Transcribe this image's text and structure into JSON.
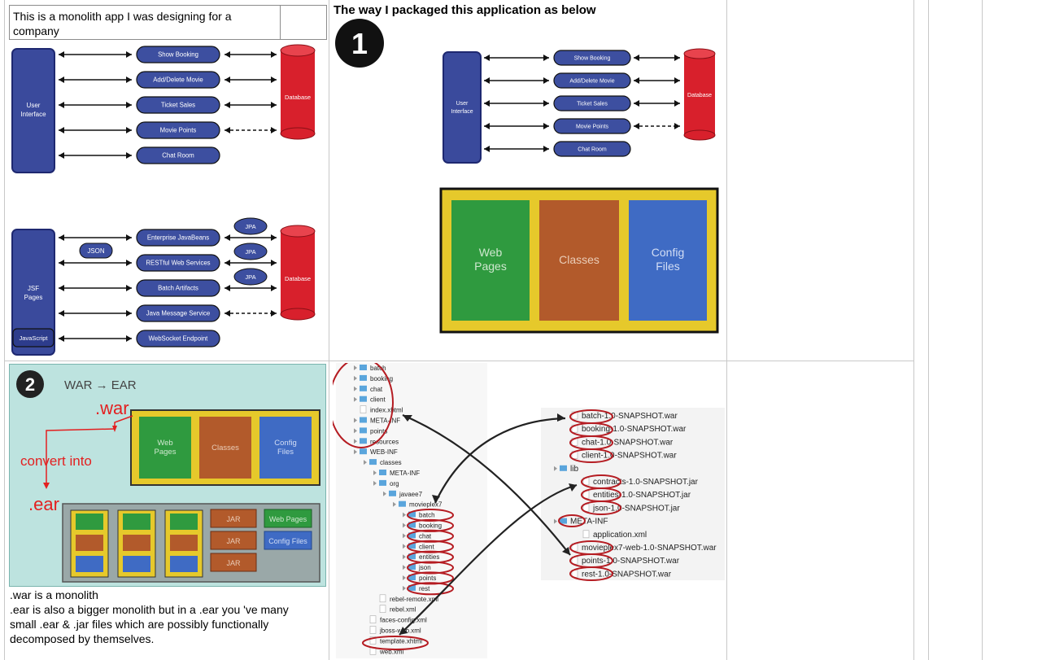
{
  "notes": {
    "intro": "This is a monolith app I was designing for a company",
    "packaging_heading": "The way I packaged this application as below",
    "war_ear_lines": [
      ".war is a monolith",
      ".ear is also a bigger monolith but in a .ear you 've many",
      "small .ear & .jar files which are possibly functionally",
      "decomposed by themselves."
    ]
  },
  "diagram_monolith": {
    "user_interface": "User Interface",
    "database": "Database",
    "services": [
      "Show Booking",
      "Add/Delete Movie",
      "Ticket Sales",
      "Movie Points",
      "Chat Room"
    ]
  },
  "diagram_javaee": {
    "jsf_pages": "JSF Pages",
    "javascript": "JavaScript",
    "database": "Database",
    "json": "JSON",
    "jpa": [
      "JPA",
      "JPA",
      "JPA"
    ],
    "components": [
      "Enterprise JavaBeans",
      "RESTful Web Services",
      "Batch Artifacts",
      "Java Message Service",
      "WebSocket Endpoint"
    ]
  },
  "diagram_war": {
    "step": "1",
    "user_interface": "User Interface",
    "database": "Database",
    "services": [
      "Show Booking",
      "Add/Delete Movie",
      "Ticket Sales",
      "Movie Points",
      "Chat Room"
    ],
    "boxes": [
      "Web Pages",
      "Classes",
      "Config Files"
    ]
  },
  "diagram_ear": {
    "step": "2",
    "heading": "WAR → EAR",
    "war_label": ".war",
    "convert_label": "convert into",
    "ear_label": ".ear",
    "boxes": [
      "Web Pages",
      "Classes",
      "Config Files"
    ],
    "jar_labels": [
      "JAR",
      "JAR",
      "JAR"
    ],
    "side_boxes": [
      "Web Pages",
      "Config Files"
    ]
  },
  "file_tree": {
    "left": [
      {
        "name": "batch",
        "indent": 1,
        "folder": true
      },
      {
        "name": "booking",
        "indent": 1,
        "folder": true
      },
      {
        "name": "chat",
        "indent": 1,
        "folder": true
      },
      {
        "name": "client",
        "indent": 1,
        "folder": true
      },
      {
        "name": "index.xhtml",
        "indent": 1,
        "folder": false
      },
      {
        "name": "META-INF",
        "indent": 1,
        "folder": true
      },
      {
        "name": "points",
        "indent": 1,
        "folder": true
      },
      {
        "name": "resources",
        "indent": 1,
        "folder": true
      },
      {
        "name": "WEB-INF",
        "indent": 1,
        "folder": true
      },
      {
        "name": "classes",
        "indent": 2,
        "folder": true
      },
      {
        "name": "META-INF",
        "indent": 3,
        "folder": true
      },
      {
        "name": "org",
        "indent": 3,
        "folder": true
      },
      {
        "name": "javaee7",
        "indent": 4,
        "folder": true
      },
      {
        "name": "movieplex7",
        "indent": 5,
        "folder": true
      },
      {
        "name": "batch",
        "indent": 6,
        "folder": true
      },
      {
        "name": "booking",
        "indent": 6,
        "folder": true
      },
      {
        "name": "chat",
        "indent": 6,
        "folder": true
      },
      {
        "name": "client",
        "indent": 6,
        "folder": true
      },
      {
        "name": "entities",
        "indent": 6,
        "folder": true
      },
      {
        "name": "json",
        "indent": 6,
        "folder": true
      },
      {
        "name": "points",
        "indent": 6,
        "folder": true
      },
      {
        "name": "rest",
        "indent": 6,
        "folder": true
      },
      {
        "name": "rebel-remote.xml",
        "indent": 3,
        "folder": false
      },
      {
        "name": "rebel.xml",
        "indent": 3,
        "folder": false
      },
      {
        "name": "faces-config.xml",
        "indent": 2,
        "folder": false
      },
      {
        "name": "jboss-web.xml",
        "indent": 2,
        "folder": false
      },
      {
        "name": "template.xhtml",
        "indent": 2,
        "folder": false
      },
      {
        "name": "web.xml",
        "indent": 2,
        "folder": false
      }
    ],
    "right": [
      {
        "name": "batch-1.0-SNAPSHOT.war",
        "indent": 1,
        "folder": false
      },
      {
        "name": "booking-1.0-SNAPSHOT.war",
        "indent": 1,
        "folder": false
      },
      {
        "name": "chat-1.0-SNAPSHOT.war",
        "indent": 1,
        "folder": false
      },
      {
        "name": "client-1.0-SNAPSHOT.war",
        "indent": 1,
        "folder": false
      },
      {
        "name": "lib",
        "indent": 0,
        "folder": true
      },
      {
        "name": "contracts-1.0-SNAPSHOT.jar",
        "indent": 2,
        "folder": false
      },
      {
        "name": "entities-1.0-SNAPSHOT.jar",
        "indent": 2,
        "folder": false
      },
      {
        "name": "json-1.0-SNAPSHOT.jar",
        "indent": 2,
        "folder": false
      },
      {
        "name": "META-INF",
        "indent": 0,
        "folder": true
      },
      {
        "name": "application.xml",
        "indent": 2,
        "folder": false
      },
      {
        "name": "movieplex7-web-1.0-SNAPSHOT.war",
        "indent": 1,
        "folder": false
      },
      {
        "name": "points-1.0-SNAPSHOT.war",
        "indent": 1,
        "folder": false
      },
      {
        "name": "rest-1.0-SNAPSHOT.war",
        "indent": 1,
        "folder": false
      }
    ]
  },
  "colors": {
    "navy": "#3a4a9c",
    "red": "#d8202c",
    "pill": "#3d4fa0",
    "green": "#2f9a3f",
    "brown": "#b25a2b",
    "blue": "#3f6bc4",
    "yellow": "#e6c92b",
    "annot_red": "#e32020",
    "ellipse": "#b51c22"
  }
}
